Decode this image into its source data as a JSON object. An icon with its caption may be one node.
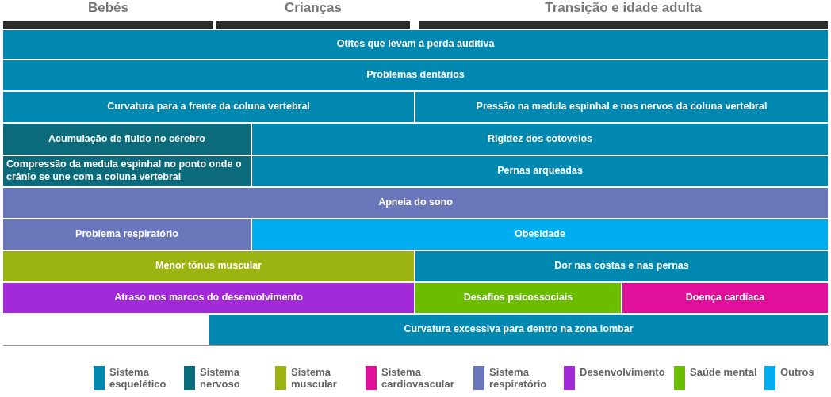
{
  "diagram": {
    "nodes": [
      {
        "text": [
          "Bebés"
        ]
      },
      {
        "text": [
          "Crianças"
        ]
      },
      {
        "text": [
          "Transição e idade adulta"
        ]
      },
      {
        "text": [
          "Otites que levam à perda auditiva"
        ]
      },
      {
        "text": [
          "Problemas dentários"
        ]
      },
      {
        "text": [
          "Curvatura para a frente da coluna vertebral"
        ]
      },
      {
        "text": [
          "Pressão na medula espinhal e nos nervos da coluna vertebral"
        ]
      },
      {
        "text": [
          "Acumulação de fluido no cérebro"
        ]
      },
      {
        "text": [
          "Rigidez dos cotovelos"
        ]
      },
      {
        "text": [
          "Compressão da medula espinhal no ponto onde o crânio se une com a coluna vertebral"
        ]
      },
      {
        "text": [
          "Pernas arqueadas"
        ]
      },
      {
        "text": [
          "Apneia do sono"
        ]
      },
      {
        "text": [
          "Problema respiratório"
        ]
      },
      {
        "text": [
          "Obesidade"
        ]
      },
      {
        "text": [
          "Menor tónus muscular"
        ]
      },
      {
        "text": [
          "Dor nas costas e nas pernas"
        ]
      },
      {
        "text": [
          "Atraso nos marcos do desenvolvimento"
        ]
      },
      {
        "text": [
          "Desafios psicossociais"
        ]
      },
      {
        "text": [
          "Doença cardíaca"
        ]
      },
      {
        "text": [
          "Curvatura excessiva para dentro na zona lombar"
        ]
      }
    ],
    "legend": [
      {
        "text": "Sistema esquelético",
        "color": "#0088b0"
      },
      {
        "text": "Sistema nervoso",
        "color": "#0b6b7b"
      },
      {
        "text": "Sistema muscular",
        "color": "#9bb412"
      },
      {
        "text": "Sistema cardiovascular",
        "color": "#e0109a"
      },
      {
        "text": "Sistema respiratório",
        "color": "#6b77bb"
      },
      {
        "text": "Desenvolvimento",
        "color": "#a32ad8"
      },
      {
        "text": "Saúde mental",
        "color": "#6bbd00"
      },
      {
        "text": "Outros",
        "color": "#00aeef"
      }
    ]
  }
}
